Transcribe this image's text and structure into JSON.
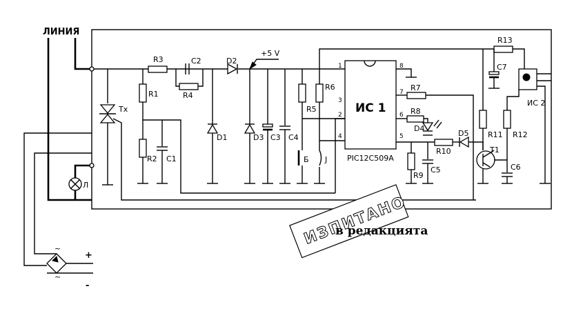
{
  "labels": {
    "line": "ЛИНИЯ",
    "lamp": "Л",
    "plus": "+",
    "minus": "-",
    "tilde": "~",
    "triac": "Тх",
    "vcc": "+5 V",
    "r1": "R1",
    "r2": "R2",
    "r3": "R3",
    "r4": "R4",
    "r5": "R5",
    "r6": "R6",
    "r7": "R7",
    "r8": "R8",
    "r9": "R9",
    "r10": "R10",
    "r11": "R11",
    "r12": "R12",
    "r13": "R13",
    "c1": "C1",
    "c2": "C2",
    "c3": "C3",
    "c4": "C4",
    "c5": "C5",
    "c6": "C6",
    "c7": "C7",
    "d1": "D1",
    "d2": "D2",
    "d3": "D3",
    "d4": "D4",
    "d5": "D5",
    "t1": "T1",
    "btn_b": "Б",
    "btn_j": "J",
    "ic1": "ИС 1",
    "ic1_part": "PIC12C509A",
    "ic2": "ИС 2",
    "pin1": "1",
    "pin2": "2",
    "pin3": "3",
    "pin4": "4",
    "pin5": "5",
    "pin6": "6",
    "pin7": "7",
    "pin8": "8"
  },
  "stamp": {
    "text": "ИЗПИТАНО",
    "caption": "в редакцията"
  }
}
